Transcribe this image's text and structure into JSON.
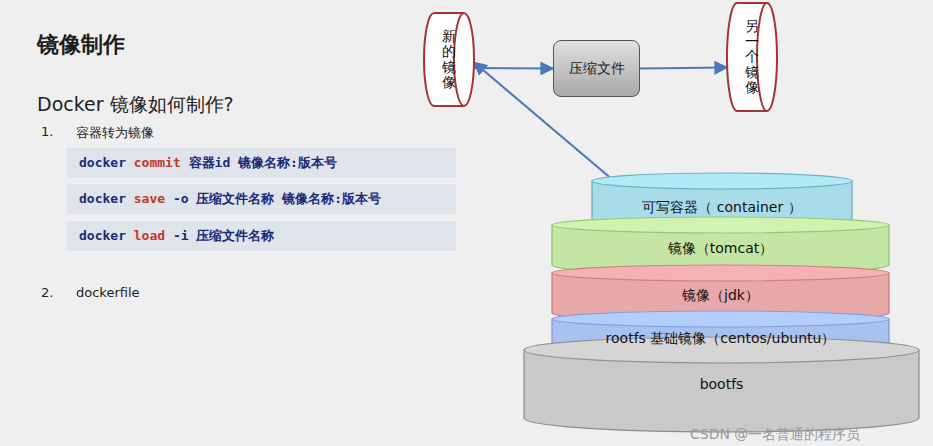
{
  "diagram": {
    "title": "镜像制作",
    "nodes": [
      {
        "text": [
          "docker commit 容器id 镜像名称:版本号"
        ]
      },
      {
        "text": [
          "docker save -o 压缩文件名称 镜像名称:版本号"
        ]
      },
      {
        "text": [
          "docker load -i 压缩文件名称"
        ]
      },
      {
        "text": [
          "新的镜像"
        ]
      },
      {
        "text": [
          "压缩文件"
        ]
      },
      {
        "text": [
          "另一个镜像"
        ]
      },
      {
        "text": [
          "可写容器（ container ）"
        ]
      },
      {
        "text": [
          "镜像（tomcat）"
        ]
      },
      {
        "text": [
          "镜像（jdk）"
        ]
      },
      {
        "text": [
          "rootfs 基础镜像（centos/ubuntu）"
        ]
      },
      {
        "text": [
          "bootfs"
        ]
      }
    ],
    "edges": [
      {
        "from": 3,
        "to": 4,
        "arrow": "to"
      },
      {
        "from": 4,
        "to": 5,
        "arrow": "to"
      },
      {
        "from": 6,
        "to": 3,
        "arrow": "to"
      }
    ],
    "labels": [
      "Docker 镜像如何制作?",
      "1.",
      "容器转为镜像",
      "2.",
      "dockerfile",
      "CSDN @一名普通的程序员"
    ]
  }
}
